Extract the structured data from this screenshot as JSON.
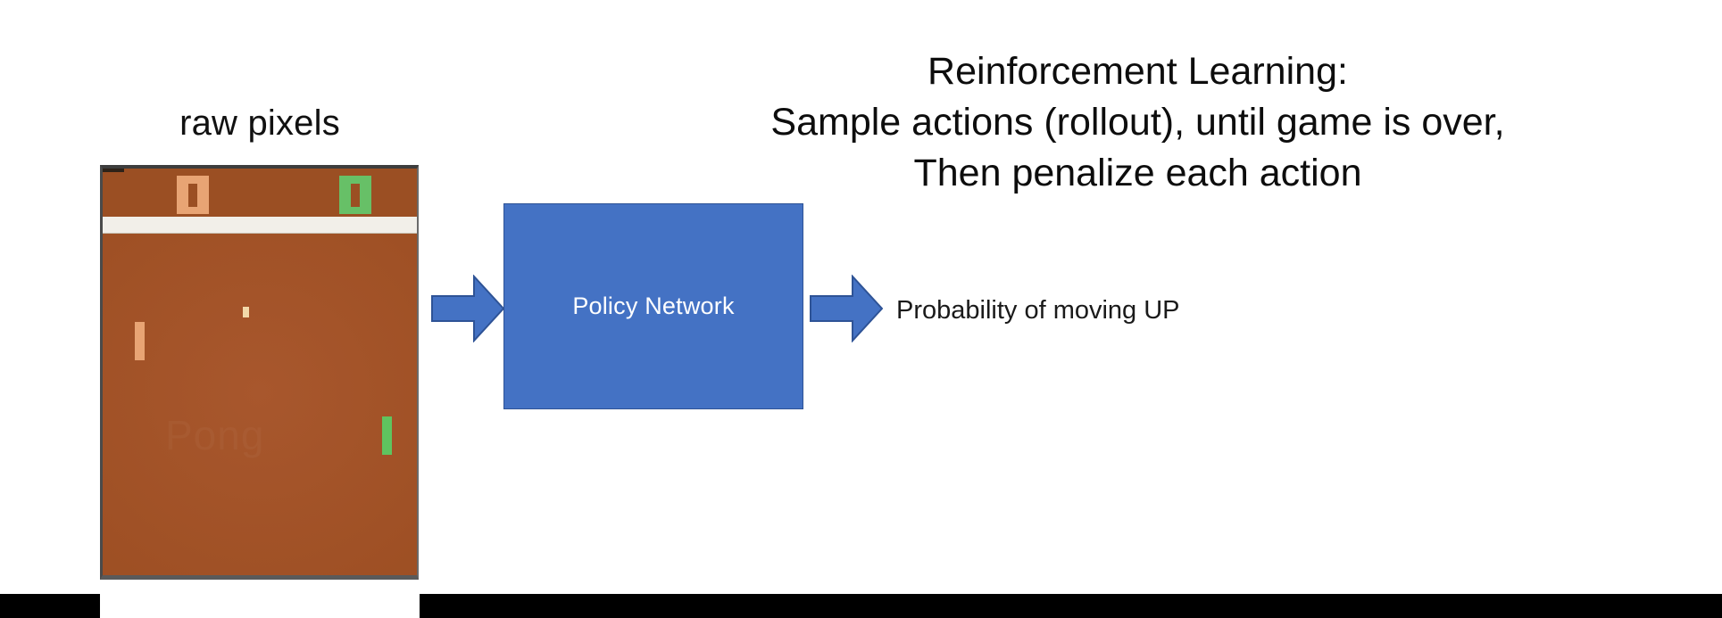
{
  "slide": {
    "background_color": "#ffffff",
    "heading_lines": [
      "Reinforcement Learning:",
      "Sample actions (rollout), until game is over,",
      "Then penalize each action"
    ]
  },
  "raw_pixels": {
    "label": "raw pixels"
  },
  "pong": {
    "frame_background": "#a0522d",
    "divider_color": "#f2efe9",
    "score_left": {
      "value": "0",
      "color": "#e8a474"
    },
    "score_right": {
      "value": "0",
      "color": "#67c067"
    },
    "paddle_left_color": "#e8a474",
    "paddle_right_color": "#5fc45f",
    "ball_color": "#f2d9aa",
    "watermark": "Pong"
  },
  "pipeline": {
    "input_arrow": "arrow-right-icon",
    "policy_network": {
      "label": "Policy Network",
      "fill_color": "#4472c4",
      "text_color": "#ffffff"
    },
    "output_arrow": "arrow-right-icon",
    "output_label": "Probability of moving UP"
  },
  "footer": {
    "bar_color": "#000000"
  }
}
